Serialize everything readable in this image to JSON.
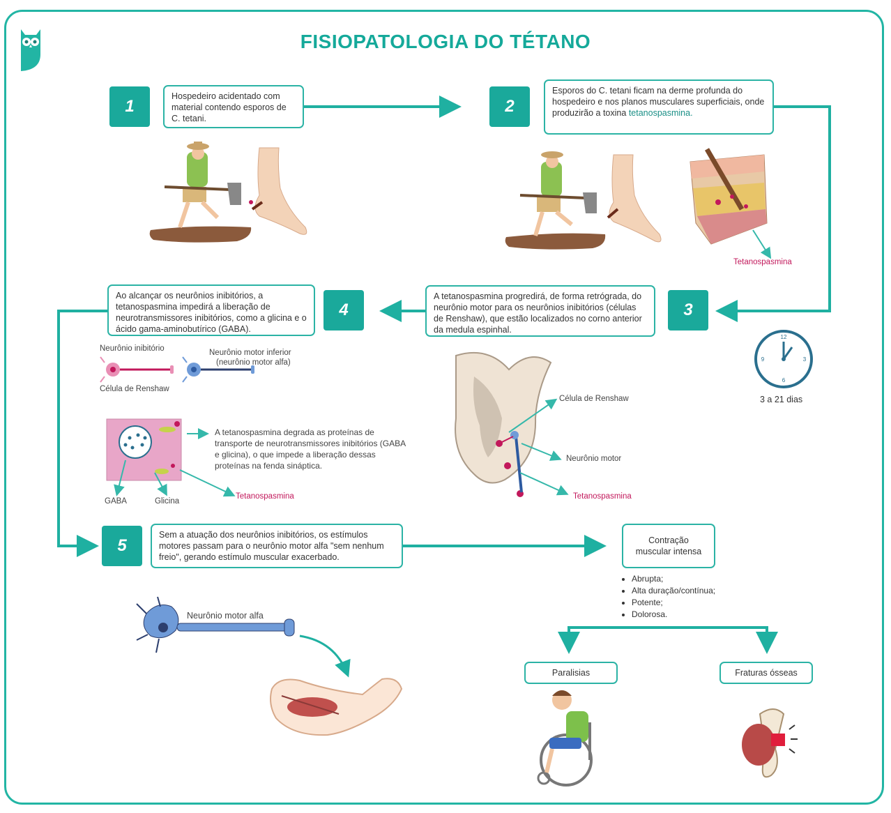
{
  "title": "FISIOPATOLOGIA DO TÉTANO",
  "colors": {
    "accent": "#1aa99b",
    "border": "#2bb3a5",
    "toxin": "#c2185b"
  },
  "steps": [
    {
      "number": "1",
      "text": "Hospedeiro acidentado com material contendo esporos de C. tetani."
    },
    {
      "number": "2",
      "text": "Esporos do C. tetani ficam na derme profunda do hospedeiro e nos planos musculares superficiais, onde produzirão a toxina",
      "highlight": "tetanospasmina."
    },
    {
      "number": "3",
      "text": "A tetanospasmina progredirá, de forma retrógrada, do neurônio motor para os neurônios inibitórios (células de Renshaw), que estão localizados no corno anterior da medula espinhal."
    },
    {
      "number": "4",
      "text": "Ao alcançar os neurônios inibitórios, a tetanospasmina impedirá a liberação de neurotransmissores inibitórios, como a glicina e o ácido gama-aminobutírico (GABA)."
    },
    {
      "number": "5",
      "text": "Sem a atuação dos neurônios inibitórios, os estímulos motores passam para o neurônio motor alfa \"sem nenhum freio\", gerando estímulo muscular exacerbado."
    }
  ],
  "labels": {
    "toxin_skin": "Tetanospasmina",
    "clock_caption": "3 a 21 dias",
    "inhibitory_neuron": "Neurônio inibitório",
    "lower_motor_neuron": "Neurônio motor inferior",
    "lower_motor_neuron_sub": "(neurônio motor alfa)",
    "renshaw_cell": "Célula de Renshaw",
    "synapse_text": "A tetanospasmina degrada as proteínas de transporte de neurotransmissores inibitórios (GABA e glicina), o que impede a liberação dessas proteínas na fenda sináptica.",
    "gaba": "GABA",
    "glicina": "Glicina",
    "toxin_synapse": "Tetanospasmina",
    "spinal_renshaw": "Célula de Renshaw",
    "spinal_motor": "Neurônio motor",
    "toxin_spinal": "Tetanospasmina",
    "alpha_motor": "Neurônio motor alfa"
  },
  "outcome": {
    "title": "Contração muscular intensa",
    "bullets": [
      "Abrupta;",
      "Alta duração/contínua;",
      "Potente;",
      "Dolorosa."
    ],
    "paralysis": "Paralisias",
    "fractures": "Fraturas ósseas"
  },
  "clock": {
    "hour": 12,
    "minute": 0,
    "marks": [
      "12",
      "3",
      "6",
      "9"
    ]
  }
}
